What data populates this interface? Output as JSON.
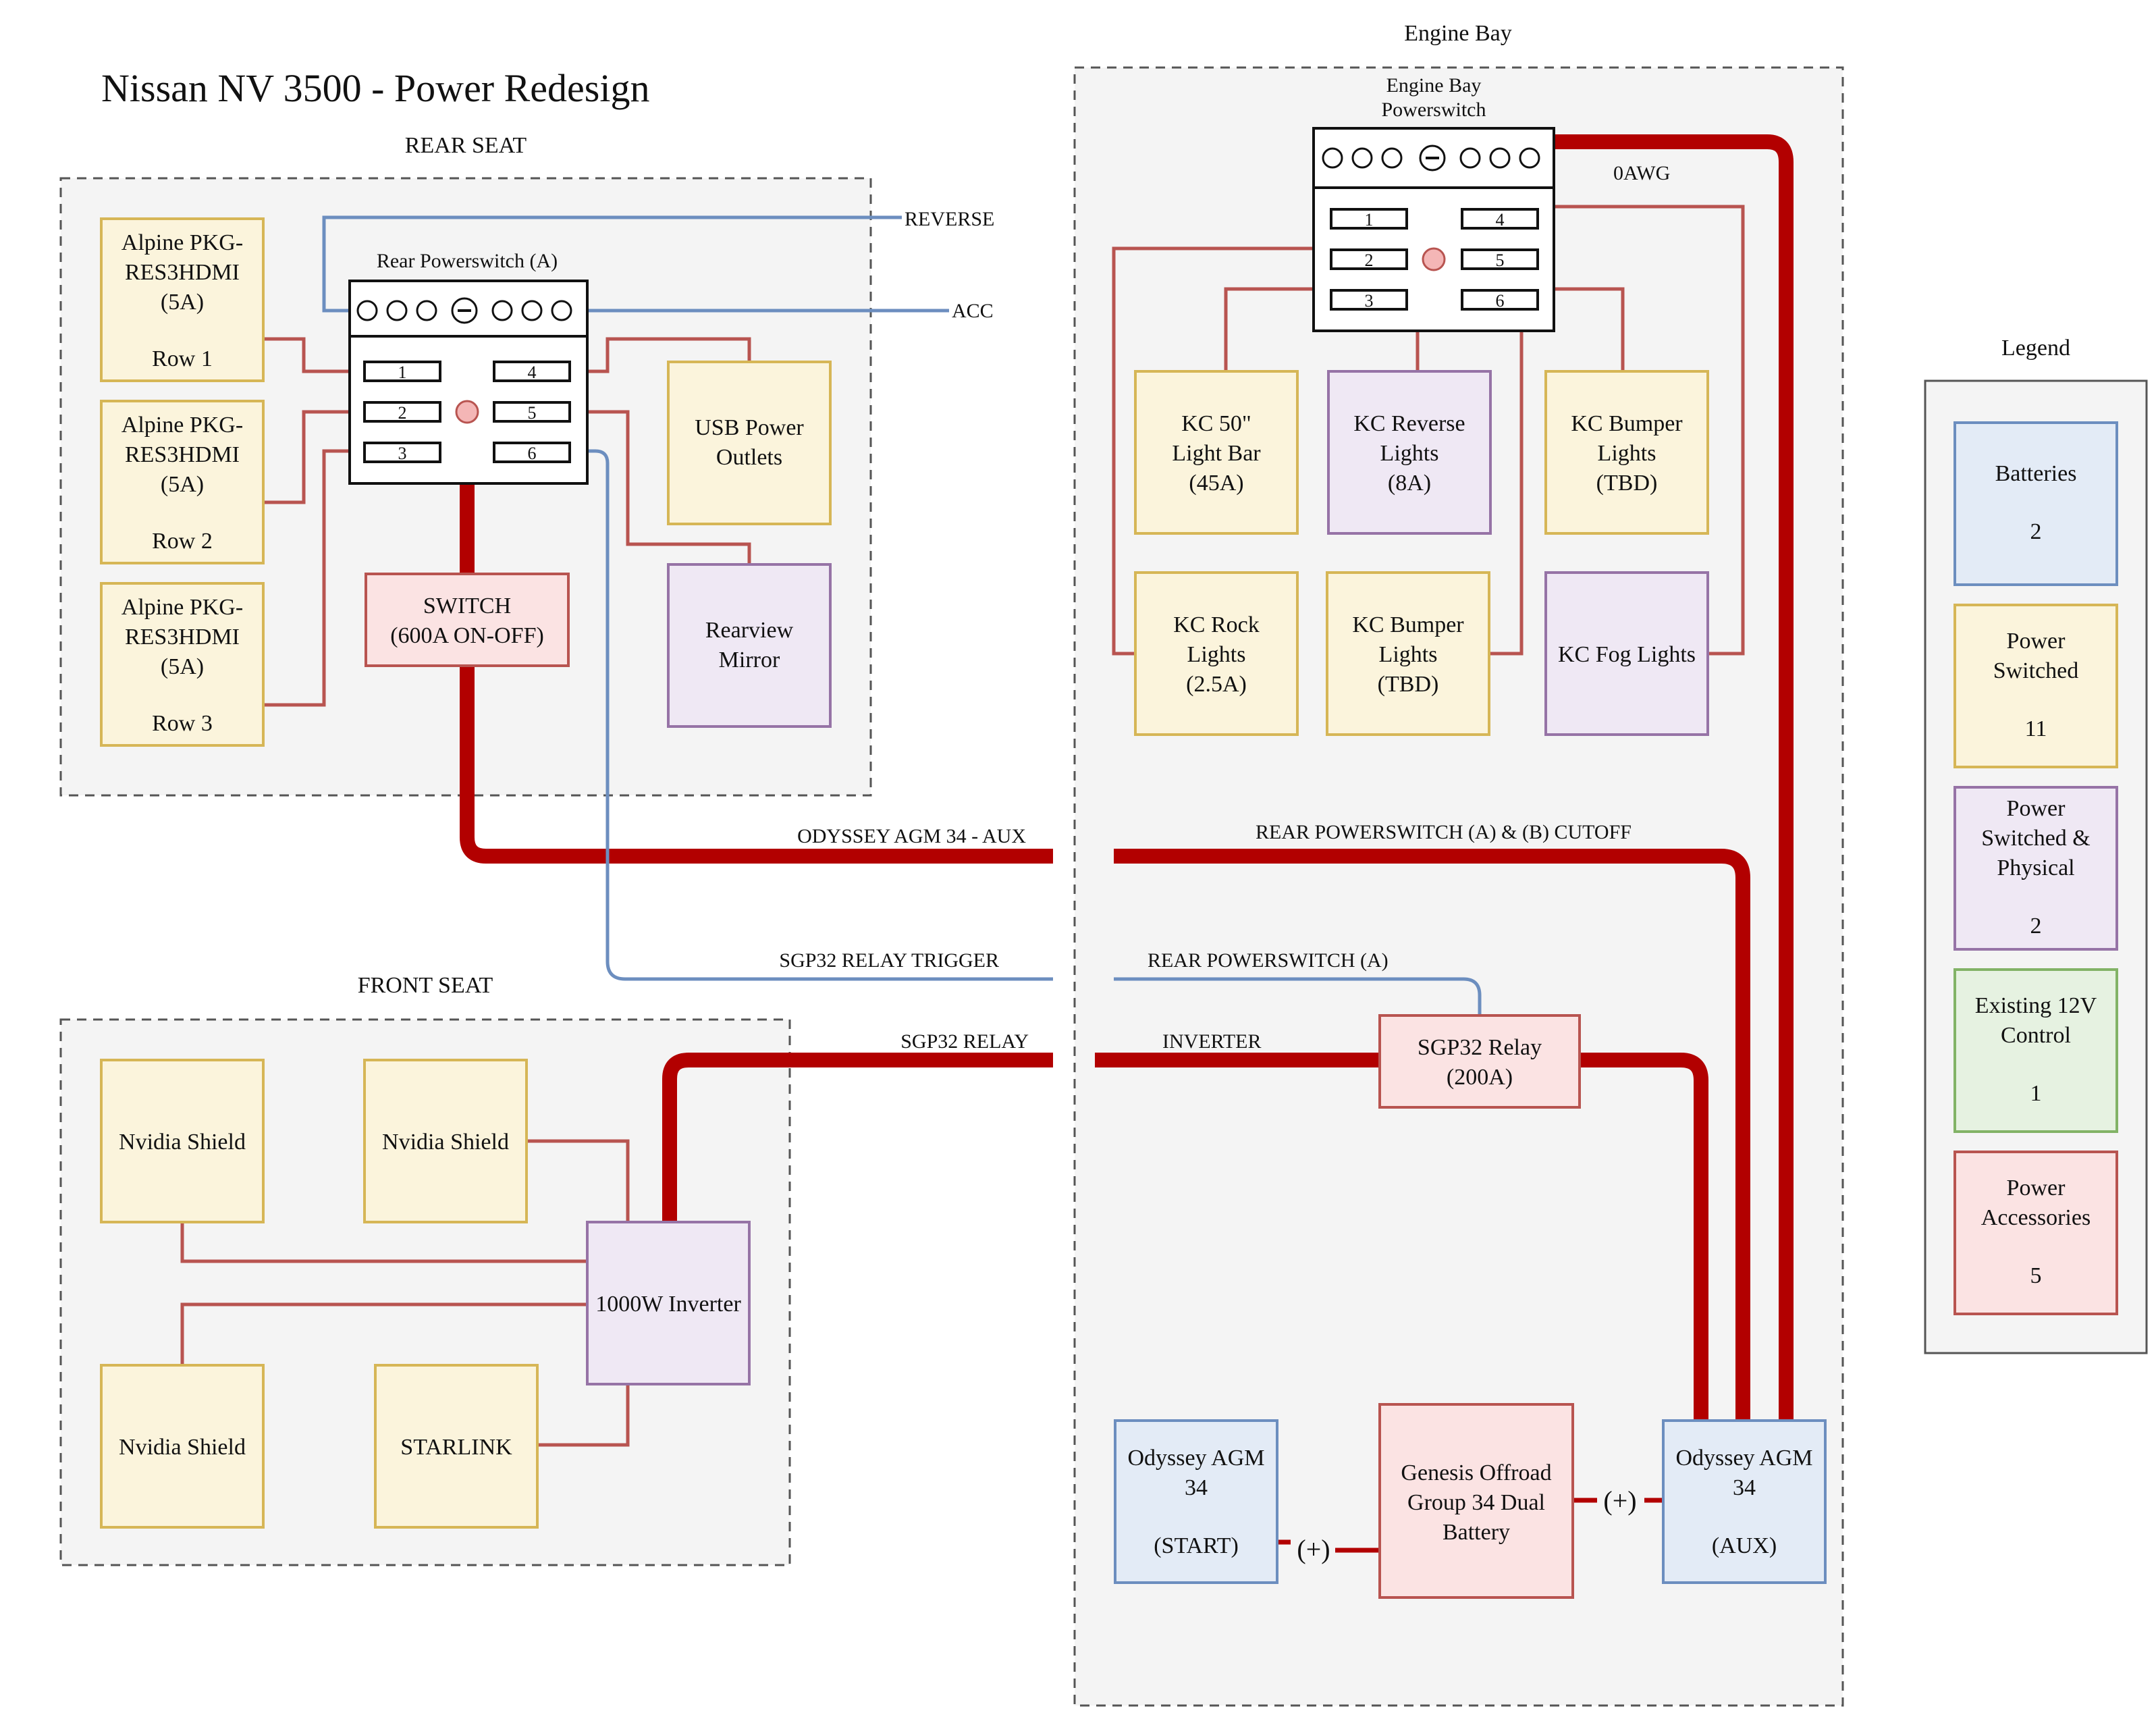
{
  "title": "Nissan NV 3500 - Power Redesign",
  "zones": {
    "rear_seat": "REAR SEAT",
    "front_seat": "FRONT SEAT",
    "engine_bay": "Engine Bay"
  },
  "rear_powerswitch": {
    "label": "Rear Powerswitch (A)",
    "slots": [
      "1",
      "2",
      "3",
      "4",
      "5",
      "6"
    ]
  },
  "engine_powerswitch": {
    "label_line1": "Engine Bay",
    "label_line2": "Powerswitch",
    "slots": [
      "1",
      "2",
      "3",
      "4",
      "5",
      "6"
    ]
  },
  "rear_nodes": {
    "alpine1": [
      "Alpine PKG-",
      "RES3HDMI",
      "(5A)",
      "",
      "Row 1"
    ],
    "alpine2": [
      "Alpine PKG-",
      "RES3HDMI",
      "(5A)",
      "",
      "Row 2"
    ],
    "alpine3": [
      "Alpine PKG-",
      "RES3HDMI",
      "(5A)",
      "",
      "Row 3"
    ],
    "usb": [
      "USB Power",
      "Outlets"
    ],
    "mirror": [
      "Rearview",
      "Mirror"
    ],
    "switch": [
      "SWITCH",
      "(600A ON-OFF)"
    ]
  },
  "front_nodes": {
    "shield1": "Nvidia Shield",
    "shield2": "Nvidia Shield",
    "shield3": "Nvidia Shield",
    "starlink": "STARLINK",
    "inverter": "1000W Inverter"
  },
  "engine_nodes": {
    "kc_lightbar": [
      "KC 50\"",
      "Light Bar",
      "(45A)"
    ],
    "kc_reverse": [
      "KC Reverse",
      "Lights",
      "(8A)"
    ],
    "kc_bumper1": [
      "KC Bumper",
      "Lights",
      "(TBD)"
    ],
    "kc_rock": [
      "KC Rock",
      "Lights",
      "(2.5A)"
    ],
    "kc_bumper2": [
      "KC Bumper",
      "Lights",
      "(TBD)"
    ],
    "kc_fog": [
      "KC Fog Lights"
    ],
    "sgp32": [
      "SGP32 Relay",
      "(200A)"
    ],
    "battery_start": [
      "Odyssey AGM",
      "34",
      "",
      "(START)"
    ],
    "genesis": [
      "Genesis Offroad",
      "Group 34 Dual",
      "Battery"
    ],
    "battery_aux": [
      "Odyssey AGM",
      "34",
      "",
      "(AUX)"
    ]
  },
  "wire_labels": {
    "reverse": "REVERSE",
    "acc": "ACC",
    "awg": "0AWG",
    "odyssey_aux": "ODYSSEY AGM 34 - AUX",
    "cutoff": "REAR POWERSWITCH (A) & (B) CUTOFF",
    "sgp_trigger": "SGP32 RELAY TRIGGER",
    "rear_ps_a": "REAR POWERSWITCH (A)",
    "sgp_relay": "SGP32 RELAY",
    "inverter": "INVERTER",
    "plus1": "(+)",
    "plus2": "(+)"
  },
  "legend": {
    "title": "Legend",
    "items": [
      {
        "lines": [
          "Batteries",
          "",
          "2"
        ],
        "color": "#6c8ebf"
      },
      {
        "lines": [
          "Power",
          "Switched",
          "",
          "11"
        ],
        "color": "#d6b656"
      },
      {
        "lines": [
          "Power",
          "Switched &",
          "Physical",
          "",
          "2"
        ],
        "color": "#9673a6"
      },
      {
        "lines": [
          "Existing 12V",
          "Control",
          "",
          "1"
        ],
        "color": "#82b366"
      },
      {
        "lines": [
          "Power",
          "Accessories",
          "",
          "5"
        ],
        "color": "#b85450"
      }
    ]
  }
}
